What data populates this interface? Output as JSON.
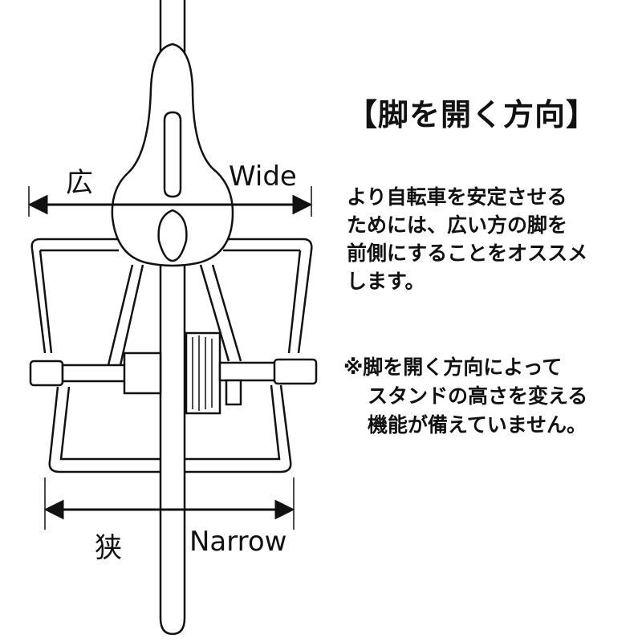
{
  "title": "【脚を開く方向】",
  "wide": {
    "kanji": "広",
    "english": "Wide"
  },
  "narrow": {
    "kanji": "狭",
    "english": "Narrow"
  },
  "description": [
    "より自転車を安定させる",
    "ためには、広い方の脚を",
    "前側にすることをオススメ",
    "します。"
  ],
  "note": [
    "※脚を開く方向によって",
    "スタンドの高さを変える",
    "機能が備えていません。"
  ]
}
